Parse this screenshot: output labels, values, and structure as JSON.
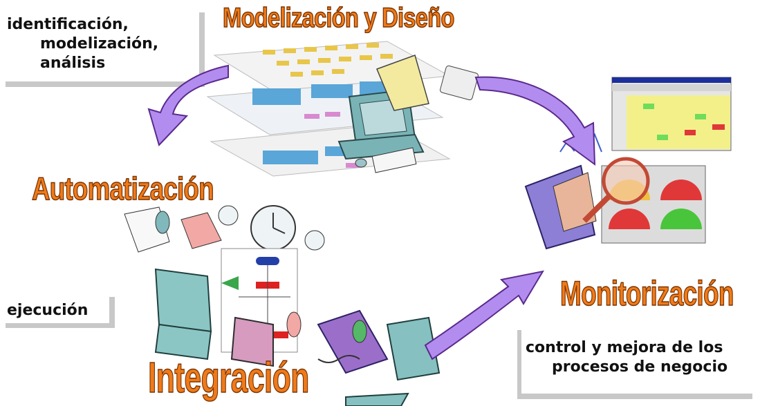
{
  "stages": {
    "design": {
      "title": "Modelización y Diseño",
      "note": [
        "identificación,",
        "modelización,",
        "análisis"
      ]
    },
    "automation": {
      "title": "Automatización",
      "note": [
        "ejecución"
      ]
    },
    "integration": {
      "title": "Integración"
    },
    "monitoring": {
      "title": "Monitorización",
      "note": [
        "control y mejora de los",
        "procesos de negocio"
      ]
    }
  },
  "colors": {
    "title_fill": "#ef7a1a",
    "title_outline": "#7a3300",
    "arrow": "#b38cf0",
    "arrow_dark": "#5a2a8c"
  },
  "icons": [
    "layered-model-planes-icon",
    "dashboard-screenshot-icon",
    "magnifier-computer-icon",
    "clocks-papers-icon",
    "flowchart-icon",
    "networked-computers-icon",
    "cycle-arrow-icon"
  ]
}
